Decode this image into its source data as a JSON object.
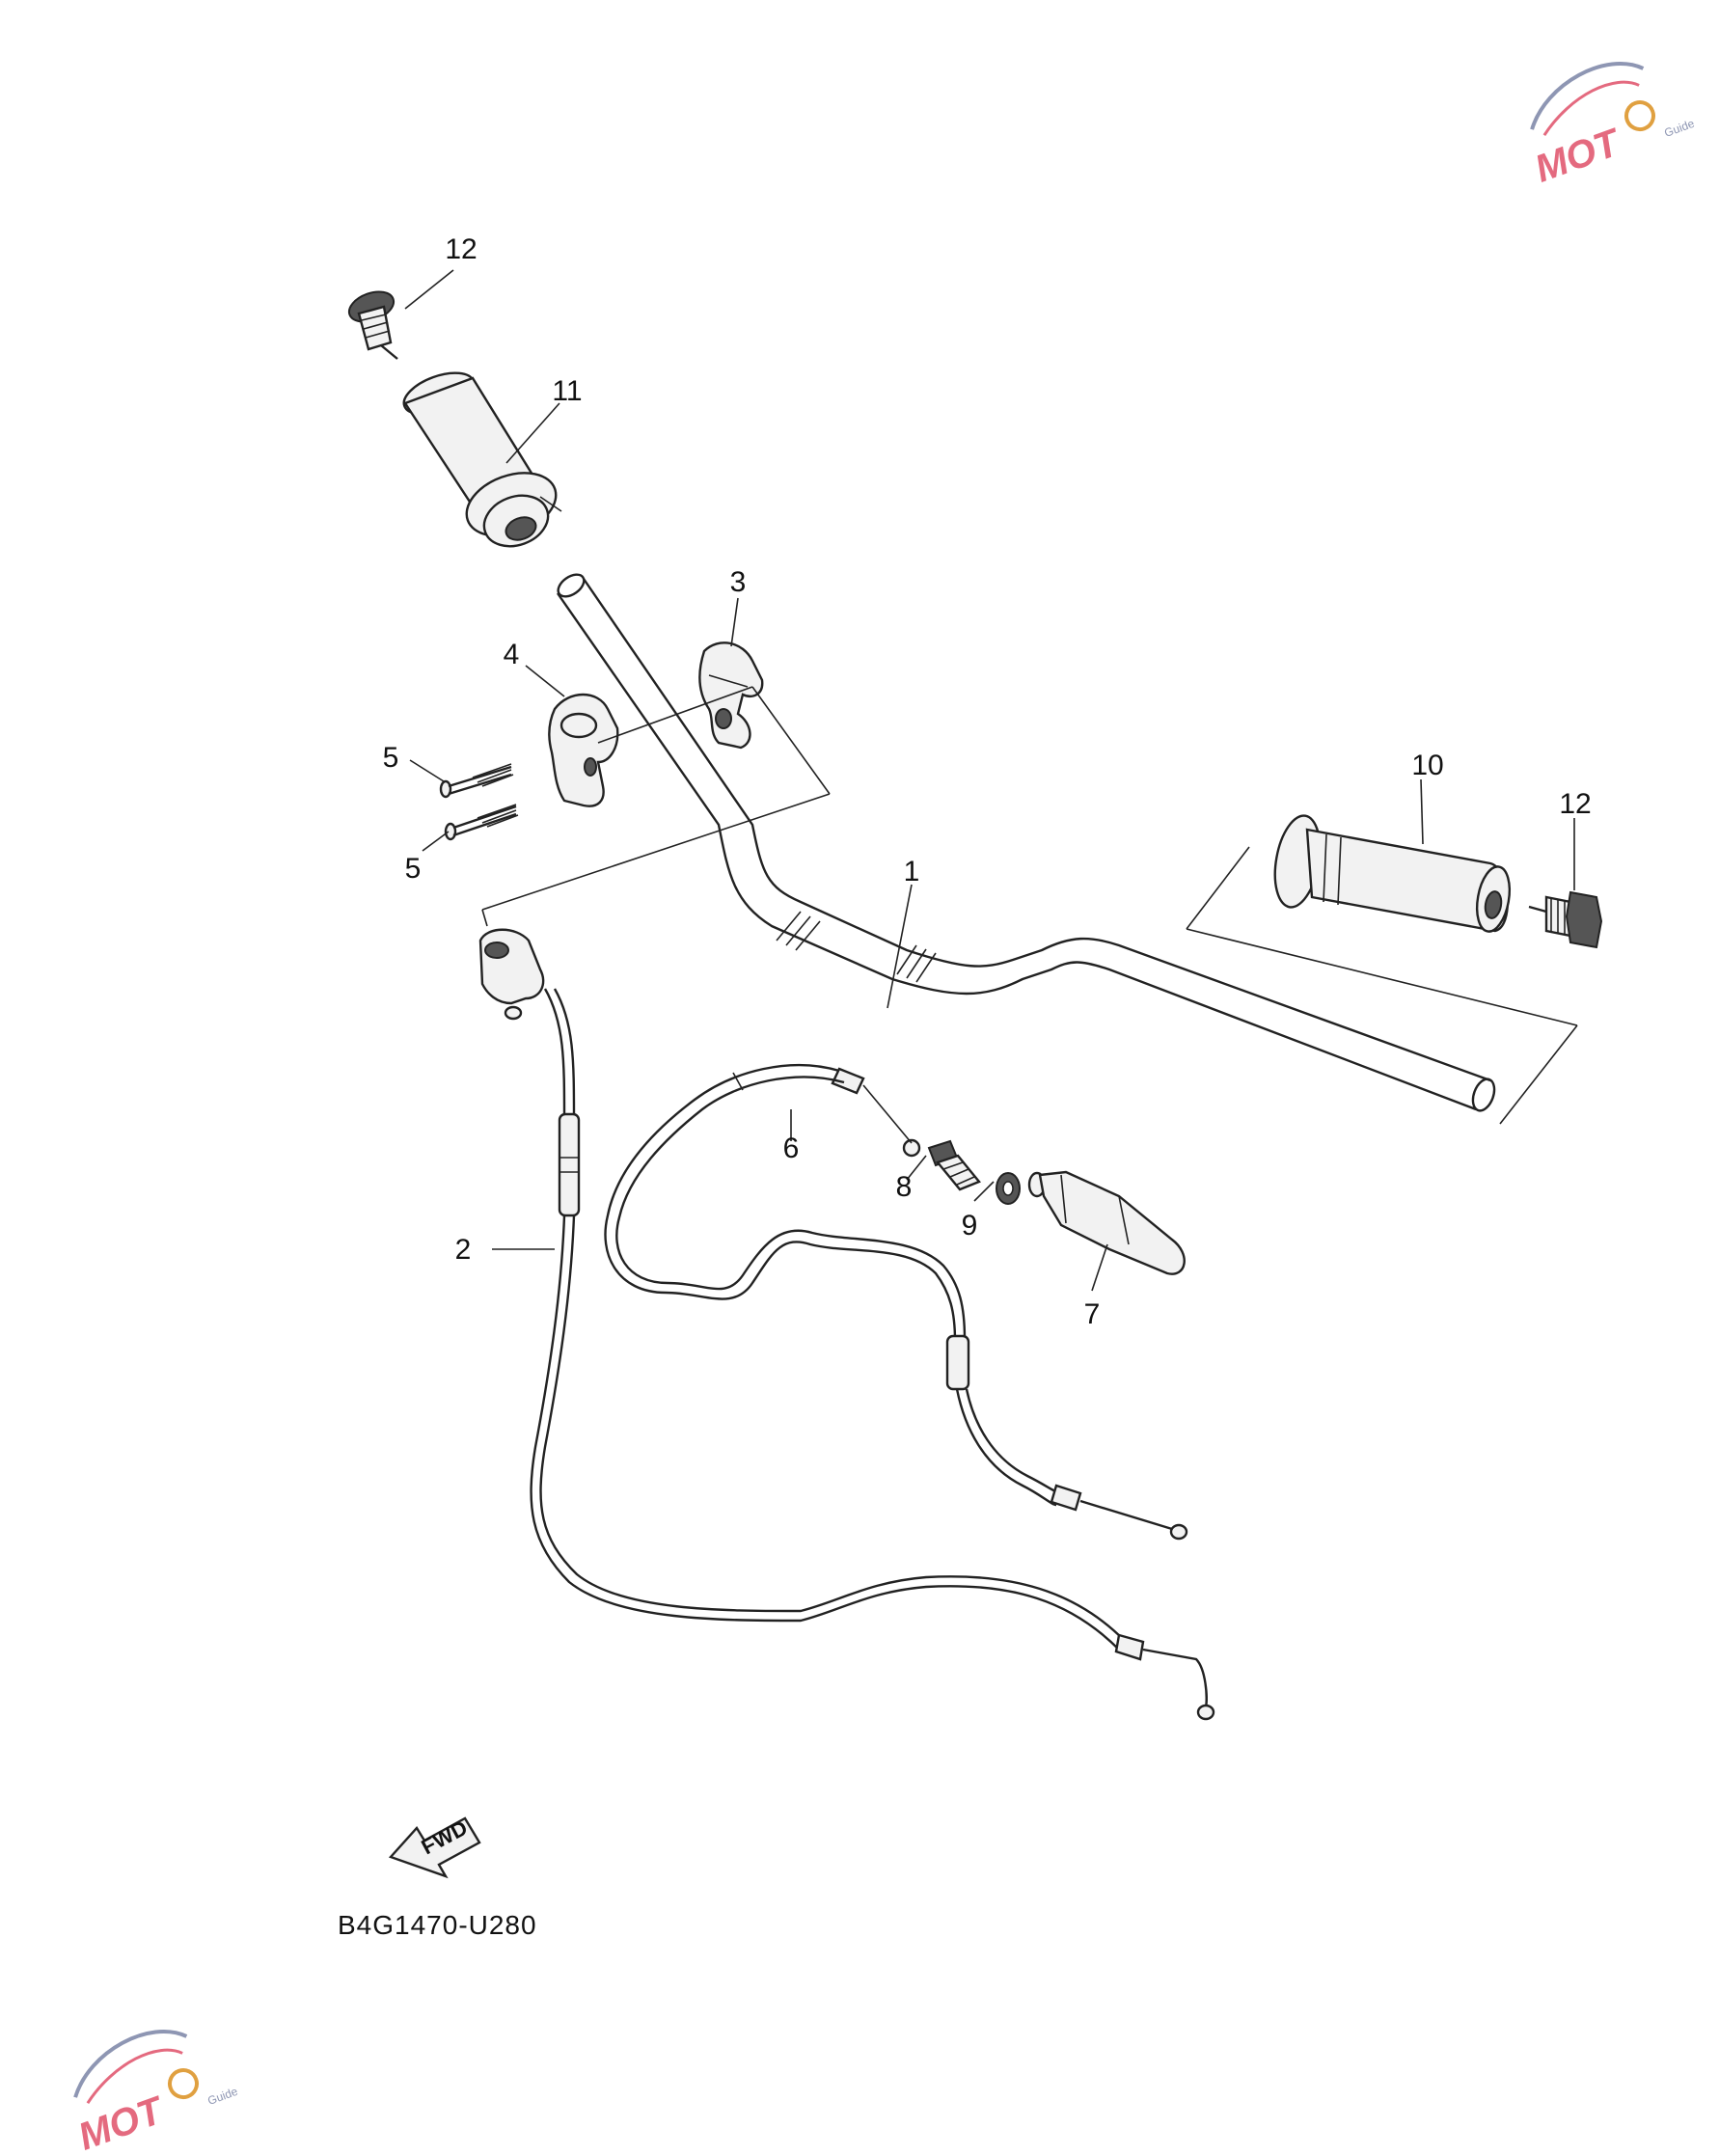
{
  "diagram": {
    "part_code": "B4G1470-U280",
    "fwd_label": "FWD",
    "callouts": {
      "c1": "1",
      "c2": "2",
      "c3": "3",
      "c4": "4",
      "c5a": "5",
      "c5b": "5",
      "c6": "6",
      "c7": "7",
      "c8": "8",
      "c9": "9",
      "c10": "10",
      "c11": "11",
      "c12a": "12",
      "c12b": "12"
    }
  },
  "watermark": {
    "text": "MOT",
    "small": "Guide"
  },
  "colors": {
    "ink": "#222222",
    "watermark_red": "#e46a7f",
    "watermark_blue": "#8e96b3"
  }
}
